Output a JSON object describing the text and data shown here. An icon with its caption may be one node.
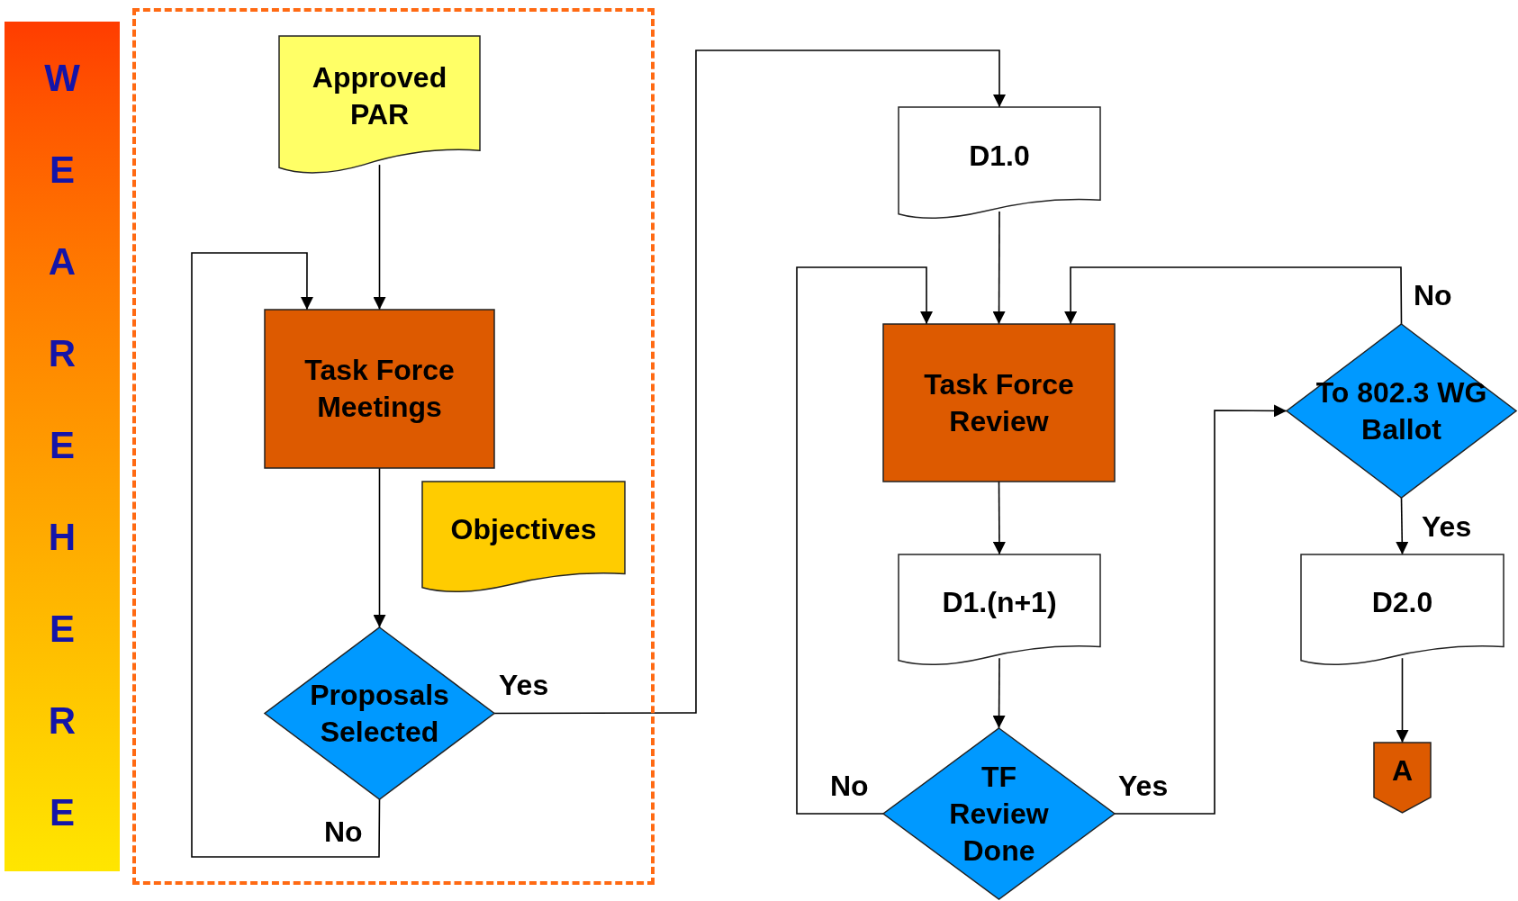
{
  "diagram": {
    "nodes": [
      {
        "text": [
          "WE ARE HERE"
        ]
      },
      {
        "text": [],
        "shape": "box"
      },
      {
        "text": [
          "Approved PAR"
        ],
        "in": 1
      },
      {
        "text": [
          "Task Force Meetings"
        ],
        "in": 1
      },
      {
        "text": [
          "Objectives"
        ],
        "in": 1
      },
      {
        "text": [
          "Proposals Selected"
        ],
        "in": 1
      },
      {
        "text": [
          "D1.0"
        ]
      },
      {
        "text": [
          "Task Force Review"
        ]
      },
      {
        "text": [
          "D1.(n+1)"
        ]
      },
      {
        "text": [
          "TF Review Done"
        ]
      },
      {
        "text": [
          "To 802.3 WG Ballot"
        ]
      },
      {
        "text": [
          "D2.0"
        ]
      },
      {
        "text": [
          "A"
        ]
      }
    ],
    "edges": [
      {
        "from": 2,
        "to": 3,
        "arrow": "to"
      },
      {
        "from": 3,
        "to": 5,
        "arrow": "to"
      },
      {
        "from": 5,
        "to": 3,
        "arrow": "to",
        "label": "No"
      },
      {
        "from": 5,
        "to": 6,
        "arrow": "to",
        "label": "Yes"
      },
      {
        "from": 6,
        "to": 7,
        "arrow": "to"
      },
      {
        "from": 7,
        "to": 8,
        "arrow": "to"
      },
      {
        "from": 8,
        "to": 9,
        "arrow": "to"
      },
      {
        "from": 9,
        "to": 7,
        "arrow": "to",
        "label": "No"
      },
      {
        "from": 9,
        "to": 10,
        "arrow": "to",
        "label": "Yes"
      },
      {
        "from": 10,
        "to": 7,
        "arrow": "to",
        "label": "No"
      },
      {
        "from": 10,
        "to": 11,
        "arrow": "to",
        "label": "Yes"
      },
      {
        "from": 11,
        "to": 12,
        "arrow": "to"
      }
    ]
  }
}
